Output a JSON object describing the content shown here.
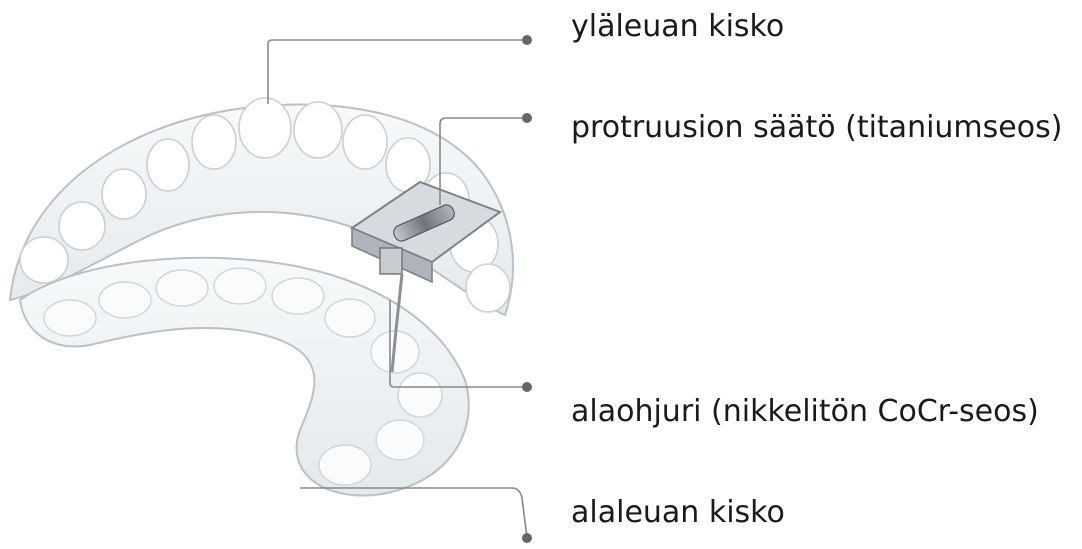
{
  "diagram": {
    "labels": [
      {
        "id": "upper",
        "text": "yläleuan kisko"
      },
      {
        "id": "protrusion",
        "text": "protruusion säätö (titaniumseos)"
      },
      {
        "id": "lower-guide",
        "text": "alaohjuri (nikkelitön CoCr-seos)"
      },
      {
        "id": "lower",
        "text": "alaleuan kisko"
      }
    ],
    "colors": {
      "leader": "#888888",
      "dot": "#666666",
      "text": "#1a1a1a",
      "splint_fill": "#eef1f3",
      "splint_stroke": "#b9c1c7",
      "metal": "#8a9096"
    }
  }
}
